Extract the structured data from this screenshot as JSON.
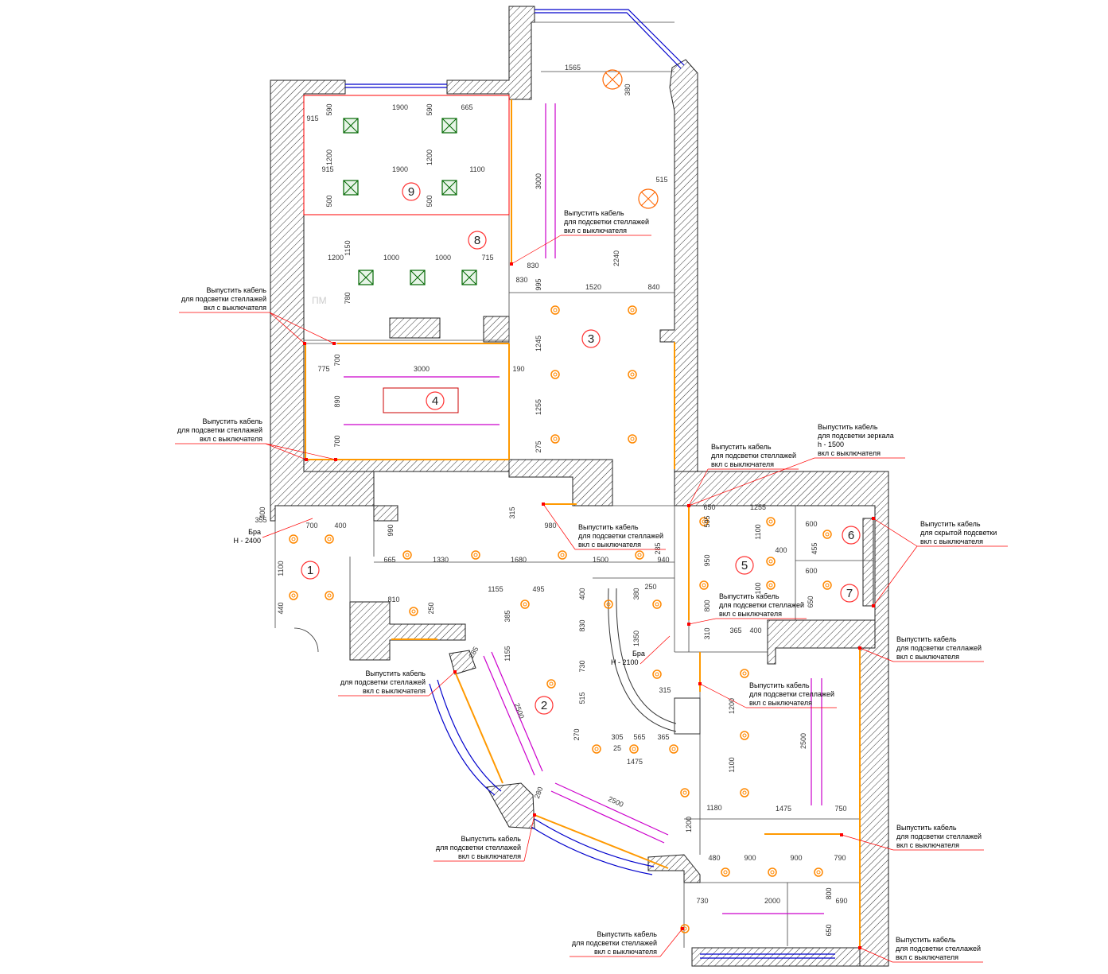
{
  "title": "План освещения",
  "colors": {
    "wall": "#222222",
    "shelf_light": "#ff9900",
    "cable": "#ff0000",
    "window": "#0000cc",
    "led_strip": "#cc00cc",
    "fixture": "#ff8800",
    "ceiling_fixture": "#006600"
  },
  "rooms": [
    "9",
    "8",
    "3",
    "4",
    "1",
    "2",
    "5",
    "6",
    "7"
  ],
  "pm_label": "ПМ",
  "sconces": [
    {
      "label": "Бра",
      "height": "H - 2400"
    },
    {
      "label": "Бра",
      "height": "H - 2100"
    }
  ],
  "annotations": [
    {
      "lines": [
        "Выпустить кабель",
        "для подсветки стеллажей",
        "вкл с выключателя"
      ]
    },
    {
      "lines": [
        "Выпустить кабель",
        "для подсветки стеллажей",
        "вкл с выключателя"
      ]
    },
    {
      "lines": [
        "Выпустить кабель",
        "для подсветки стеллажей",
        "вкл с выключателя"
      ]
    },
    {
      "lines": [
        "Выпустить кабель",
        "для подсветки стеллажей",
        "вкл с выключателя"
      ]
    },
    {
      "lines": [
        "Выпустить кабель",
        "для подсветки зеркала",
        "h - 1500",
        "вкл с выключателя"
      ]
    },
    {
      "lines": [
        "Выпустить кабель",
        "для скрытой подсветки",
        "вкл с выключателя"
      ]
    },
    {
      "lines": [
        "Выпустить кабель",
        "для подсветки стеллажей",
        "вкл с выключателя"
      ]
    },
    {
      "lines": [
        "Выпустить кабель",
        "для подсветки стеллажей",
        "вкл с выключателя"
      ]
    },
    {
      "lines": [
        "Выпустить кабель",
        "для подсветки стеллажей",
        "вкл с выключателя"
      ]
    },
    {
      "lines": [
        "Выпустить кабель",
        "для подсветки стеллажей",
        "вкл с выключателя"
      ]
    },
    {
      "lines": [
        "Выпустить кабель",
        "для подсветки стеллажей",
        "вкл с выключателя"
      ]
    },
    {
      "lines": [
        "Выпустить кабель",
        "для подсветки стеллажей",
        "вкл с выключателя"
      ]
    },
    {
      "lines": [
        "Выпустить кабель",
        "для подсветки стеллажей",
        "вкл с выключателя"
      ]
    },
    {
      "lines": [
        "Выпустить кабель",
        "для подсветки стеллажей",
        "вкл с выключателя"
      ]
    },
    {
      "lines": [
        "Выпустить кабель",
        "для подсветки стеллажей",
        "вкл с выключателя"
      ]
    }
  ],
  "dimensions": [
    "1565",
    "380",
    "515",
    "590",
    "1900",
    "590",
    "665",
    "915",
    "1200",
    "1200",
    "915",
    "1900",
    "1100",
    "500",
    "500",
    "3000",
    "2240",
    "1150",
    "1200",
    "1000",
    "1000",
    "715",
    "830",
    "830",
    "995",
    "1520",
    "840",
    "780",
    "775",
    "3000",
    "190",
    "700",
    "890",
    "700",
    "1245",
    "1255",
    "275",
    "400",
    "355",
    "700",
    "400",
    "1100",
    "440",
    "990",
    "315",
    "980",
    "285",
    "665",
    "1330",
    "1680",
    "1500",
    "940",
    "810",
    "250",
    "1155",
    "495",
    "385",
    "1155",
    "285",
    "2500",
    "650",
    "1255",
    "595",
    "950",
    "800",
    "1100",
    "400",
    "100",
    "600",
    "455",
    "600",
    "650",
    "400",
    "830",
    "730",
    "515",
    "270",
    "380",
    "250",
    "1350",
    "310",
    "365",
    "400",
    "315",
    "305",
    "565",
    "365",
    "25",
    "1475",
    "1200",
    "2500",
    "1100",
    "1180",
    "1475",
    "750",
    "280",
    "2500",
    "1200",
    "480",
    "900",
    "900",
    "790",
    "800",
    "730",
    "2000",
    "690",
    "650"
  ]
}
